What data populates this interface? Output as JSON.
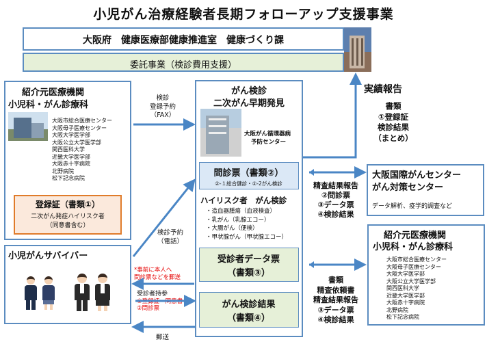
{
  "title": "小児がん治療経験者長期フォローアップ支援事業",
  "osaka": {
    "header": "大阪府　健康医療部健康推進室　健康づくり課",
    "commission": "委託事業（検診費用支援）"
  },
  "referral_top": {
    "heading1": "紹介元医療機関",
    "heading2": "小児科・がん診療科",
    "hospitals": [
      "大阪市総合医療センター",
      "大阪母子医療センター",
      "大阪大学医学部",
      "大阪公立大学医学部",
      "関西医科大学",
      "近畿大学医学部",
      "大阪赤十字病院",
      "北野病院",
      "松下記念病院"
    ],
    "cert_title": "登録証（書類①）",
    "cert_line1": "二次がん発症ハイリスク者",
    "cert_line2": "（同意書含む）"
  },
  "screening": {
    "heading1": "がん検診",
    "heading2": "二次がん早期発見",
    "center_name_1": "大阪がん循環器病",
    "center_name_2": "予防センター",
    "questionnaire_title": "問診票（書類②）",
    "questionnaire_sub": "②-１総合健診・②-2がん検診",
    "highrisk_title": "ハイリスク者　がん検診",
    "exams": [
      "・造血器腫瘍（血液検査）",
      "・乳がん（乳腺エコー）",
      "・大腸がん（便検）",
      "・甲状腺がん（甲状腺エコー）"
    ],
    "datasheet_title": "受診者データ票",
    "datasheet_sub": "（書類③）",
    "results_title": "がん検診結果",
    "results_sub": "（書類④）"
  },
  "report": {
    "heading": "実績報告",
    "items": [
      "書類",
      "①登録証",
      "検診結果",
      "（まとめ）"
    ]
  },
  "ncc": {
    "heading1": "大阪国際がんセンター",
    "heading2": "がん対策センター",
    "note": "データ解析、疫学的調査など"
  },
  "referral_bottom": {
    "heading1": "紹介元医療機関",
    "heading2": "小児科・がん診療科",
    "hospitals": [
      "大阪市総合医療センター",
      "大阪母子医療センター",
      "大阪大学医学部",
      "大阪公立大学医学部",
      "関西医科大学",
      "近畿大学医学部",
      "大阪赤十字病院",
      "北野病院",
      "松下記念病院"
    ]
  },
  "survivor": {
    "heading": "小児がんサバイバー"
  },
  "labels": {
    "fax_1": "検診",
    "fax_2": "登録予約",
    "fax_3": "（FAX）",
    "phone_1": "検診予約",
    "phone_2": "（電話）",
    "mail_prior_1": "*事前に本人へ",
    "mail_prior_2": "問診票などを郵送",
    "bring_1": "受診者持参",
    "bring_2": "①登録証・同意書",
    "bring_3": "②問診票",
    "mail": "郵送",
    "ncc_report": [
      "精査結果報告",
      "②問診票",
      "③データ票",
      "④検診結果"
    ],
    "hospital_report": [
      "書類",
      "精査依頼書",
      "精査結果報告",
      "③データ票",
      "④検診結果"
    ]
  },
  "colors": {
    "box_border": "#5b8cc0",
    "arrow": "#4a86c5",
    "green_box": "#e6f0d8",
    "blue_box": "#dbe8f6",
    "red_text": "#e60000"
  }
}
